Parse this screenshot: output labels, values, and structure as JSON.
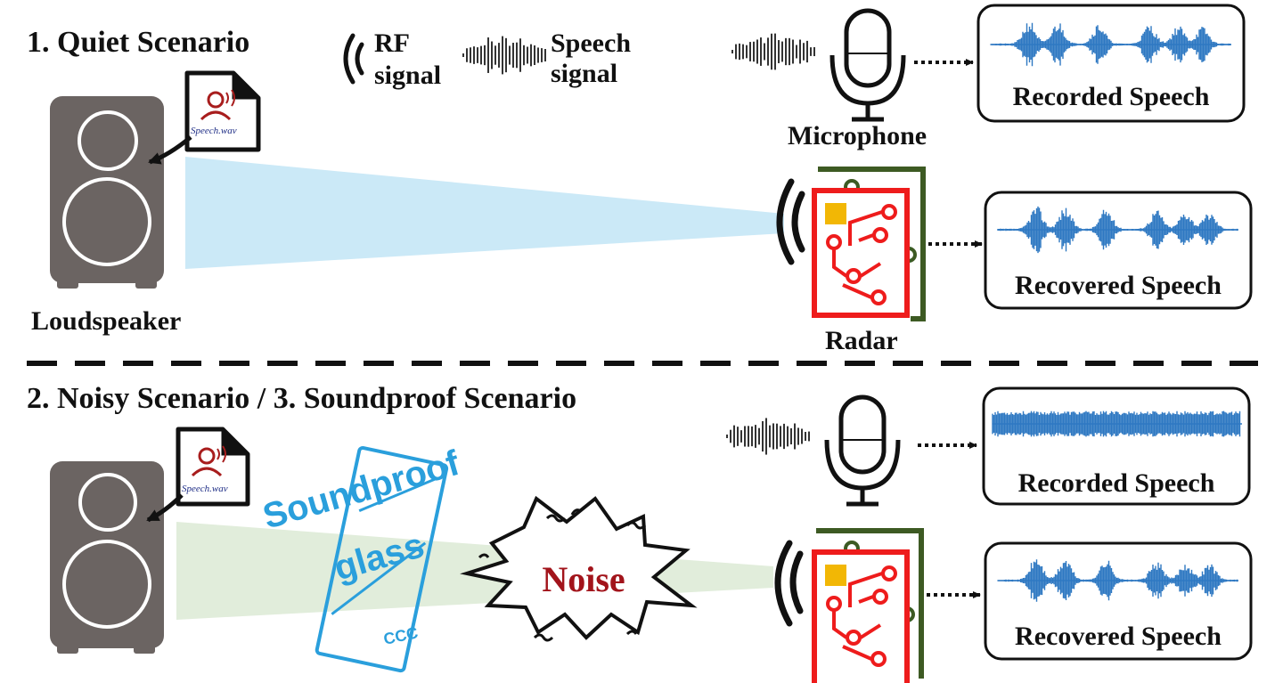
{
  "top": {
    "title": "1. Quiet Scenario",
    "legend": {
      "rf_line1": "RF",
      "rf_line2": "signal",
      "speech_line1": "Speech",
      "speech_line2": "signal"
    },
    "speaker_label": "Loudspeaker",
    "file_label": "Speech.wav",
    "microphone_label": "Microphone",
    "radar_label": "Radar",
    "recorded_label": "Recorded Speech",
    "recovered_label": "Recovered Speech"
  },
  "bottom": {
    "title": "2. Noisy Scenario / 3. Soundproof Scenario",
    "file_label": "Speech.wav",
    "glass_line1": "Soundproof",
    "glass_line2": "glass",
    "glass_mark": "CCC",
    "noise_label": "Noise",
    "recorded_label": "Recorded Speech",
    "recovered_label": "Recovered Speech"
  },
  "colors": {
    "speaker": "#6b6462",
    "beam_quiet": "#cbe9f7",
    "beam_noisy": "#e1eddb",
    "radar_red": "#ee1c1c",
    "radar_green": "#3d5a23",
    "radar_chip": "#f2b705",
    "waveform": "#2e78c2",
    "glass": "#2a9fdc",
    "noise_text": "#a2141b",
    "file_red": "#a81d1d",
    "file_blue": "#1f2e86"
  },
  "icons": [
    "loudspeaker-icon",
    "audio-file-icon",
    "rf-wave-icon",
    "speech-wave-icon",
    "microphone-icon",
    "radar-board-icon",
    "noise-burst-icon",
    "soundproof-glass-icon"
  ]
}
